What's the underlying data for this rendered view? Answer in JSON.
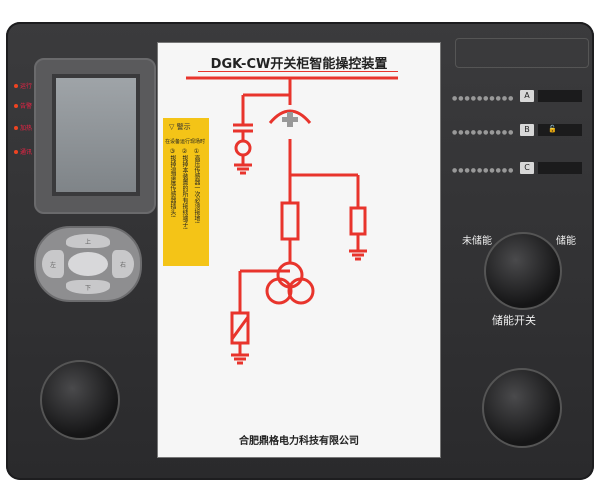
{
  "panel": {
    "title": "DGK-CW开关柜智能操控装置",
    "company": "合肥鼎格电力科技有限公司",
    "warning": {
      "title": "警示",
      "subtitle": "在设备运行现场时",
      "col1": "①高压传感器一次必须接地!",
      "col2": "②拔掉本装置的所有接线端子!",
      "col3": "③拔掉温湿度传感器插头!"
    }
  },
  "leds": [
    "运行",
    "告警",
    "加热",
    "通讯"
  ],
  "keys": {
    "up": "上",
    "down": "下",
    "left": "左",
    "right": "右"
  },
  "slots": [
    {
      "label": "A"
    },
    {
      "label": "B"
    },
    {
      "label": "C"
    }
  ],
  "right": {
    "not_stored": "未储能",
    "stored": "储能",
    "storage_switch": "储能开关"
  },
  "colors": {
    "accent": "#e8342c",
    "warning": "#f4c417",
    "body": "#333335"
  }
}
